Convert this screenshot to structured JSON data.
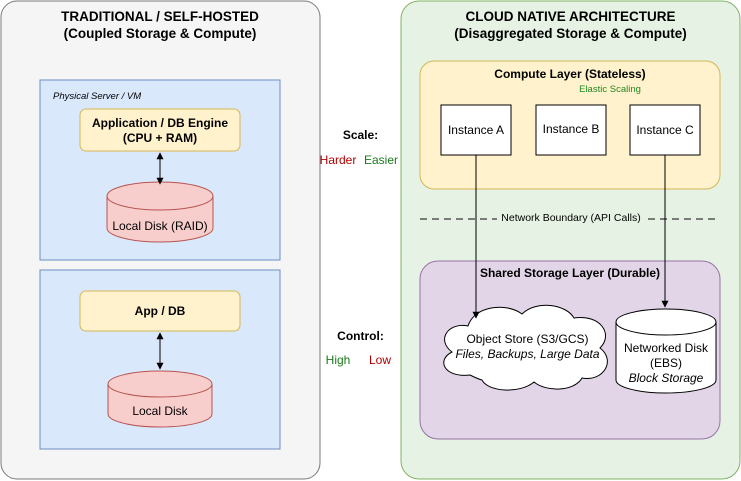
{
  "left_panel": {
    "title_line1": "TRADITIONAL / SELF-HOSTED",
    "title_line2": "(Coupled Storage & Compute)",
    "server_box_label": "Physical Server / VM",
    "engine_line1": "Application / DB Engine",
    "engine_line2": "(CPU + RAM)",
    "raid_disk": "Local Disk (RAID)",
    "app_db": "App / DB",
    "local_disk": "Local Disk"
  },
  "middle": {
    "scale_label": "Scale:",
    "scale_left": "Harder",
    "scale_right": "Easier",
    "control_label": "Control:",
    "control_left": "High",
    "control_right": "Low"
  },
  "right_panel": {
    "title_line1": "CLOUD NATIVE ARCHITECTURE",
    "title_line2": "(Disaggregated Storage & Compute)",
    "compute_title": "Compute Layer (Stateless)",
    "elastic": "Elastic Scaling",
    "instances": [
      "Instance A",
      "Instance B",
      "Instance C"
    ],
    "network_boundary": "Network Boundary (API Calls)",
    "storage_title": "Shared Storage Layer (Durable)",
    "object_store_line1": "Object Store (S3/GCS)",
    "object_store_line2": "Files, Backups, Large Data",
    "net_disk_line1": "Networked Disk",
    "net_disk_line2": "(EBS)",
    "net_disk_line3": "Block Storage"
  },
  "colors": {
    "red_text": "#b20000",
    "green_text": "#1a7a1a",
    "elastic_green": "#1f8a1f",
    "yellow_fill": "#fff2cc",
    "yellow_stroke": "#d6b656",
    "blue_fill": "#dae8fc",
    "blue_stroke": "#6c8ebf",
    "red_fill": "#f8cecc",
    "red_stroke": "#b85450",
    "green_fill": "#e6f2e3",
    "green_stroke": "#82b366",
    "purple_fill": "#e1d5e7",
    "purple_stroke": "#9673a6"
  }
}
